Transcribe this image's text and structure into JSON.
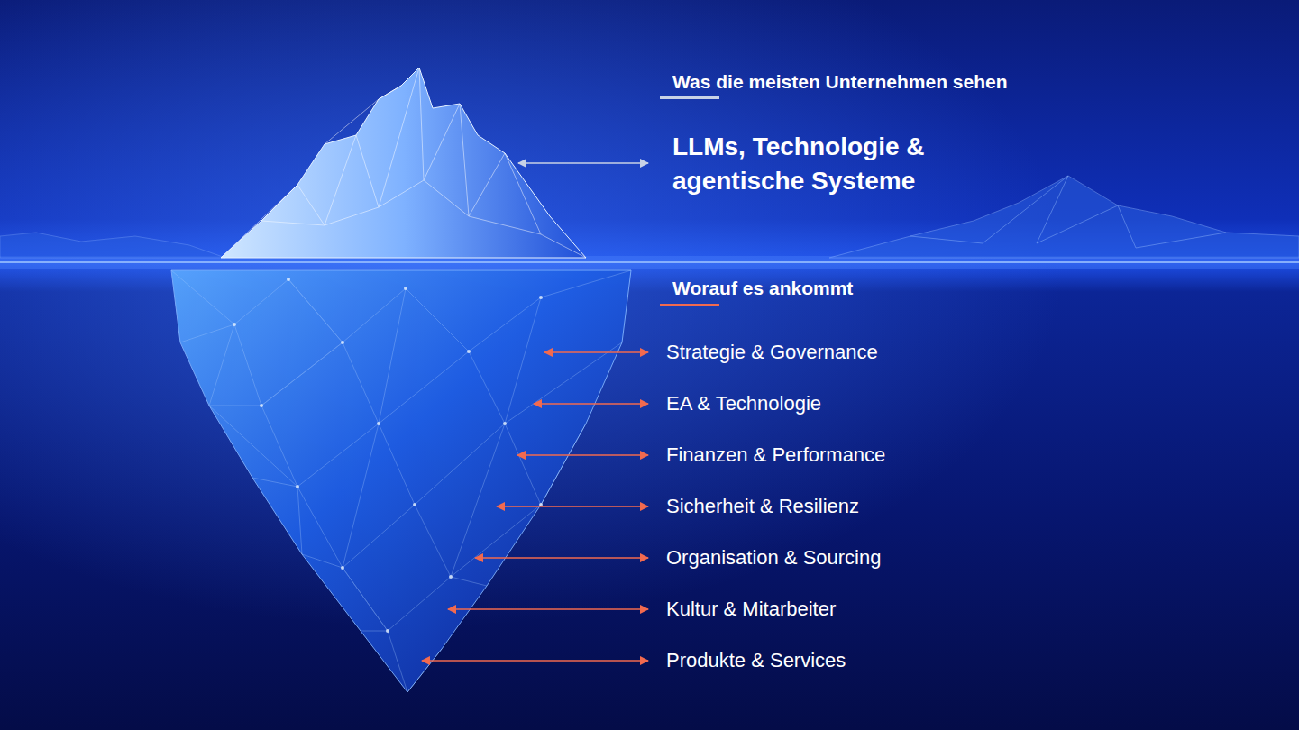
{
  "diagram": {
    "labels": [
      "Was die meisten Unternehmen sehen",
      "LLMs, Technologie & agentische Systeme",
      "Worauf es ankommt",
      "Strategie & Governance",
      "EA & Technologie",
      "Finanzen & Performance",
      "Sicherheit & Resilienz",
      "Organisation & Sourcing",
      "Kultur & Mitarbeiter",
      "Produkte & Services"
    ]
  }
}
